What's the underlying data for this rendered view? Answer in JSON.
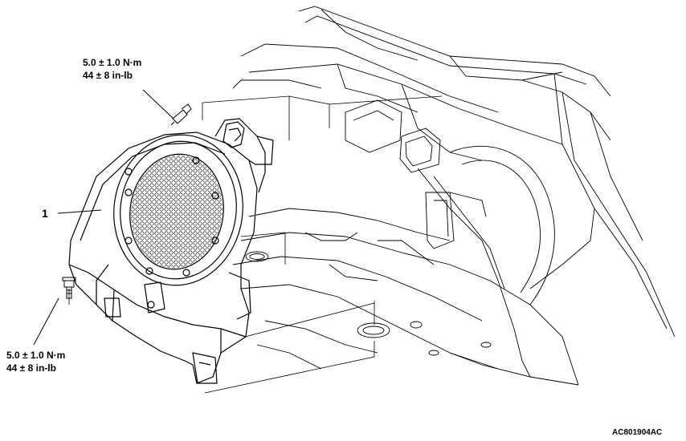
{
  "figure_code": "AC801904AC",
  "callouts": [
    {
      "number": "1"
    }
  ],
  "torque_specs": [
    {
      "metric": "5.0 ± 1.0 N·m",
      "imperial": "44 ± 8 in-lb"
    },
    {
      "metric": "5.0 ± 1.0 N·m",
      "imperial": "44 ± 8 in-lb"
    }
  ],
  "colors": {
    "line": "#000000",
    "background": "#ffffff"
  }
}
